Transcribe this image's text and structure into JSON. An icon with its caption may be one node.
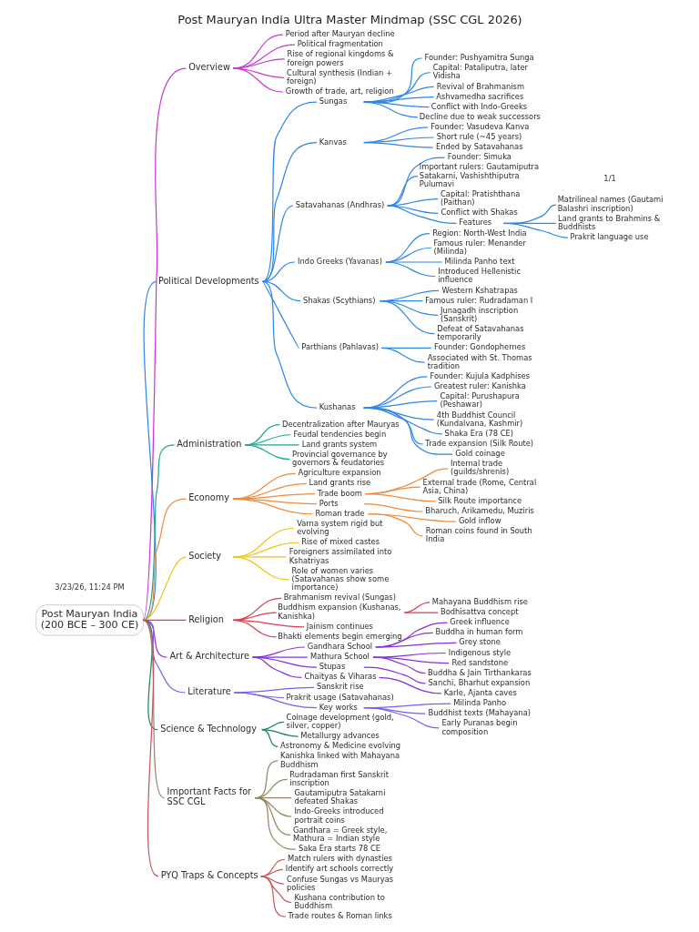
{
  "diagram": {
    "title": "Post Mauryan India Ultra Master Mindmap (SSC CGL 2026)",
    "nodes": [
      {
        "text": [
          "Post Mauryan India (200 BCE – 300 CE)"
        ]
      },
      {
        "text": [
          "Overview"
        ]
      },
      {
        "text": [
          "Period after Mauryan decline"
        ]
      },
      {
        "text": [
          "Political fragmentation"
        ]
      },
      {
        "text": [
          "Rise of regional kingdoms & foreign powers"
        ]
      },
      {
        "text": [
          "Cultural synthesis (Indian + foreign)"
        ]
      },
      {
        "text": [
          "Growth of trade, art, religion"
        ]
      },
      {
        "text": [
          "Political Developments"
        ]
      },
      {
        "text": [
          "Sungas"
        ]
      },
      {
        "text": [
          "Founder: Pushyamitra Sunga"
        ]
      },
      {
        "text": [
          "Capital: Pataliputra, later Vidisha"
        ]
      },
      {
        "text": [
          "Revival of Brahmanism"
        ]
      },
      {
        "text": [
          "Ashvamedha sacrifices"
        ]
      },
      {
        "text": [
          "Conflict with Indo-Greeks"
        ]
      },
      {
        "text": [
          "Decline due to weak successors"
        ]
      },
      {
        "text": [
          "Kanvas"
        ]
      },
      {
        "text": [
          "Founder: Vasudeva Kanva"
        ]
      },
      {
        "text": [
          "Short rule (~45 years)"
        ]
      },
      {
        "text": [
          "Ended by Satavahanas"
        ]
      },
      {
        "text": [
          "Satavahanas (Andhras)"
        ]
      },
      {
        "text": [
          "Founder: Simuka"
        ]
      },
      {
        "text": [
          "Important rulers: Gautamiputra Satakarni, Vashishthiputra Pulumavi"
        ]
      },
      {
        "text": [
          "Capital: Pratishthana (Paithan)"
        ]
      },
      {
        "text": [
          "Conflict with Shakas"
        ]
      },
      {
        "text": [
          "Features"
        ]
      },
      {
        "text": [
          "Matrilineal names (Gautami Balashri inscription)"
        ]
      },
      {
        "text": [
          "Land grants to Brahmins & Buddhists"
        ]
      },
      {
        "text": [
          "Prakrit language use"
        ]
      },
      {
        "text": [
          "Indo Greeks (Yavanas)"
        ]
      },
      {
        "text": [
          "Region: North-West India"
        ]
      },
      {
        "text": [
          "Famous ruler: Menander (Milinda)"
        ]
      },
      {
        "text": [
          "Milinda Panho text"
        ]
      },
      {
        "text": [
          "Introduced Hellenistic influence"
        ]
      },
      {
        "text": [
          "Shakas (Scythians)"
        ]
      },
      {
        "text": [
          "Western Kshatrapas"
        ]
      },
      {
        "text": [
          "Famous ruler: Rudradaman I"
        ]
      },
      {
        "text": [
          "Junagadh inscription (Sanskrit)"
        ]
      },
      {
        "text": [
          "Defeat of Satavahanas temporarily"
        ]
      },
      {
        "text": [
          "Parthians (Pahlavas)"
        ]
      },
      {
        "text": [
          "Founder: Gondophernes"
        ]
      },
      {
        "text": [
          "Associated with St. Thomas tradition"
        ]
      },
      {
        "text": [
          "Kushanas"
        ]
      },
      {
        "text": [
          "Founder: Kujula Kadphises"
        ]
      },
      {
        "text": [
          "Greatest ruler: Kanishka"
        ]
      },
      {
        "text": [
          "Capital: Purushapura (Peshawar)"
        ]
      },
      {
        "text": [
          "4th Buddhist Council (Kundalvana, Kashmir)"
        ]
      },
      {
        "text": [
          "Shaka Era (78 CE)"
        ]
      },
      {
        "text": [
          "Trade expansion (Silk Route)"
        ]
      },
      {
        "text": [
          "Gold coinage"
        ]
      },
      {
        "text": [
          "Administration"
        ]
      },
      {
        "text": [
          "Decentralization after Mauryas"
        ]
      },
      {
        "text": [
          "Feudal tendencies begin"
        ]
      },
      {
        "text": [
          "Land grants system"
        ]
      },
      {
        "text": [
          "Provincial governance by governors & feudatories"
        ]
      },
      {
        "text": [
          "Economy"
        ]
      },
      {
        "text": [
          "Agriculture expansion"
        ]
      },
      {
        "text": [
          "Land grants rise"
        ]
      },
      {
        "text": [
          "Trade boom"
        ]
      },
      {
        "text": [
          "Internal trade (guilds/shrenis)"
        ]
      },
      {
        "text": [
          "External trade (Rome, Central Asia, China)"
        ]
      },
      {
        "text": [
          "Silk Route importance"
        ]
      },
      {
        "text": [
          "Ports"
        ]
      },
      {
        "text": [
          "Bharuch, Arikamedu, Muziris"
        ]
      },
      {
        "text": [
          "Roman trade"
        ]
      },
      {
        "text": [
          "Gold inflow"
        ]
      },
      {
        "text": [
          "Roman coins found in South India"
        ]
      },
      {
        "text": [
          "Society"
        ]
      },
      {
        "text": [
          "Varna system rigid but evolving"
        ]
      },
      {
        "text": [
          "Rise of mixed castes"
        ]
      },
      {
        "text": [
          "Foreigners assimilated into Kshatriyas"
        ]
      },
      {
        "text": [
          "Role of women varies (Satavahanas show some importance)"
        ]
      },
      {
        "text": [
          "Religion"
        ]
      },
      {
        "text": [
          "Brahmanism revival (Sungas)"
        ]
      },
      {
        "text": [
          "Buddhism expansion (Kushanas, Kanishka)"
        ]
      },
      {
        "text": [
          "Mahayana Buddhism rise"
        ]
      },
      {
        "text": [
          "Bodhisattva concept"
        ]
      },
      {
        "text": [
          "Jainism continues"
        ]
      },
      {
        "text": [
          "Bhakti elements begin emerging"
        ]
      },
      {
        "text": [
          "Art & Architecture"
        ]
      },
      {
        "text": [
          "Gandhara School"
        ]
      },
      {
        "text": [
          "Greek influence"
        ]
      },
      {
        "text": [
          "Buddha in human form"
        ]
      },
      {
        "text": [
          "Grey stone"
        ]
      },
      {
        "text": [
          "Mathura School"
        ]
      },
      {
        "text": [
          "Indigenous style"
        ]
      },
      {
        "text": [
          "Red sandstone"
        ]
      },
      {
        "text": [
          "Buddha & Jain Tirthankaras"
        ]
      },
      {
        "text": [
          "Stupas"
        ]
      },
      {
        "text": [
          "Sanchi, Bharhut expansion"
        ]
      },
      {
        "text": [
          "Chaityas & Viharas"
        ]
      },
      {
        "text": [
          "Karle, Ajanta caves"
        ]
      },
      {
        "text": [
          "Literature"
        ]
      },
      {
        "text": [
          "Sanskrit rise"
        ]
      },
      {
        "text": [
          "Prakrit usage (Satavahanas)"
        ]
      },
      {
        "text": [
          "Key works"
        ]
      },
      {
        "text": [
          "Milinda Panho"
        ]
      },
      {
        "text": [
          "Buddhist texts (Mahayana)"
        ]
      },
      {
        "text": [
          "Early Puranas begin composition"
        ]
      },
      {
        "text": [
          "Science & Technology"
        ]
      },
      {
        "text": [
          "Coinage development (gold, silver, copper)"
        ]
      },
      {
        "text": [
          "Metallurgy advances"
        ]
      },
      {
        "text": [
          "Astronomy & Medicine evolving"
        ]
      },
      {
        "text": [
          "Important Facts for SSC CGL"
        ]
      },
      {
        "text": [
          "Kanishka linked with Mahayana Buddhism"
        ]
      },
      {
        "text": [
          "Rudradaman first Sanskrit inscription"
        ]
      },
      {
        "text": [
          "Gautamiputra Satakarni defeated Shakas"
        ]
      },
      {
        "text": [
          "Indo-Greeks introduced portrait coins"
        ]
      },
      {
        "text": [
          "Gandhara = Greek style, Mathura = Indian style"
        ]
      },
      {
        "text": [
          "Saka Era starts 78 CE"
        ]
      },
      {
        "text": [
          "PYQ Traps & Concepts"
        ]
      },
      {
        "text": [
          "Match rulers with dynasties"
        ]
      },
      {
        "text": [
          "Identify art schools correctly"
        ]
      },
      {
        "text": [
          "Confuse Sungas vs Mauryas policies"
        ]
      },
      {
        "text": [
          "Kushana contribution to Buddhism"
        ]
      },
      {
        "text": [
          "Trade routes & Roman links"
        ]
      }
    ],
    "edges": [
      {
        "from": 0,
        "to": 1,
        "arrow": "none",
        "color": "#c837d4"
      },
      {
        "from": 1,
        "to": 2,
        "arrow": "none",
        "color": "#c837d4"
      },
      {
        "from": 1,
        "to": 3,
        "arrow": "none",
        "color": "#c837d4"
      },
      {
        "from": 1,
        "to": 4,
        "arrow": "none",
        "color": "#c837d4"
      },
      {
        "from": 1,
        "to": 5,
        "arrow": "none",
        "color": "#c837d4"
      },
      {
        "from": 1,
        "to": 6,
        "arrow": "none",
        "color": "#c837d4"
      },
      {
        "from": 0,
        "to": 7,
        "arrow": "none"
      },
      {
        "from": 7,
        "to": 8,
        "arrow": "none"
      },
      {
        "from": 8,
        "to": 9,
        "arrow": "none"
      },
      {
        "from": 8,
        "to": 10,
        "arrow": "none"
      },
      {
        "from": 8,
        "to": 11,
        "arrow": "none"
      },
      {
        "from": 8,
        "to": 12,
        "arrow": "none"
      },
      {
        "from": 8,
        "to": 13,
        "arrow": "none"
      },
      {
        "from": 8,
        "to": 14,
        "arrow": "none"
      },
      {
        "from": 7,
        "to": 15,
        "arrow": "none"
      },
      {
        "from": 15,
        "to": 16,
        "arrow": "none"
      },
      {
        "from": 15,
        "to": 17,
        "arrow": "none"
      },
      {
        "from": 15,
        "to": 18,
        "arrow": "none"
      },
      {
        "from": 7,
        "to": 19,
        "arrow": "none"
      },
      {
        "from": 19,
        "to": 20,
        "arrow": "none"
      },
      {
        "from": 19,
        "to": 21,
        "arrow": "none"
      },
      {
        "from": 19,
        "to": 22,
        "arrow": "none"
      },
      {
        "from": 19,
        "to": 23,
        "arrow": "none"
      },
      {
        "from": 19,
        "to": 24,
        "arrow": "none"
      },
      {
        "from": 24,
        "to": 25,
        "arrow": "none"
      },
      {
        "from": 24,
        "to": 26,
        "arrow": "none"
      },
      {
        "from": 24,
        "to": 27,
        "arrow": "none"
      },
      {
        "from": 7,
        "to": 28,
        "arrow": "none"
      },
      {
        "from": 28,
        "to": 29,
        "arrow": "none"
      },
      {
        "from": 28,
        "to": 30,
        "arrow": "none"
      },
      {
        "from": 28,
        "to": 31,
        "arrow": "none"
      },
      {
        "from": 28,
        "to": 32,
        "arrow": "none"
      },
      {
        "from": 7,
        "to": 33,
        "arrow": "none"
      },
      {
        "from": 33,
        "to": 34,
        "arrow": "none"
      },
      {
        "from": 33,
        "to": 35,
        "arrow": "none"
      },
      {
        "from": 33,
        "to": 36,
        "arrow": "none"
      },
      {
        "from": 33,
        "to": 37,
        "arrow": "none"
      },
      {
        "from": 7,
        "to": 38,
        "arrow": "none"
      },
      {
        "from": 38,
        "to": 39,
        "arrow": "none"
      },
      {
        "from": 38,
        "to": 40,
        "arrow": "none"
      },
      {
        "from": 7,
        "to": 41,
        "arrow": "none"
      },
      {
        "from": 41,
        "to": 42,
        "arrow": "none"
      },
      {
        "from": 41,
        "to": 43,
        "arrow": "none"
      },
      {
        "from": 41,
        "to": 44,
        "arrow": "none"
      },
      {
        "from": 41,
        "to": 45,
        "arrow": "none"
      },
      {
        "from": 41,
        "to": 46,
        "arrow": "none"
      },
      {
        "from": 41,
        "to": 47,
        "arrow": "none"
      },
      {
        "from": 41,
        "to": 48,
        "arrow": "none"
      },
      {
        "from": 0,
        "to": 49,
        "arrow": "none",
        "color": "#1fa58a"
      },
      {
        "from": 49,
        "to": 50,
        "arrow": "none",
        "color": "#1fa58a"
      },
      {
        "from": 49,
        "to": 51,
        "arrow": "none",
        "color": "#1fa58a"
      },
      {
        "from": 49,
        "to": 52,
        "arrow": "none",
        "color": "#1fa58a"
      },
      {
        "from": 49,
        "to": 53,
        "arrow": "none",
        "color": "#1fa58a"
      },
      {
        "from": 0,
        "to": 54,
        "arrow": "none",
        "color": "#f08a3c"
      },
      {
        "from": 54,
        "to": 55,
        "arrow": "none",
        "color": "#f08a3c"
      },
      {
        "from": 54,
        "to": 56,
        "arrow": "none",
        "color": "#f08a3c"
      },
      {
        "from": 54,
        "to": 57,
        "arrow": "none",
        "color": "#f08a3c"
      },
      {
        "from": 57,
        "to": 58,
        "arrow": "none",
        "color": "#f08a3c"
      },
      {
        "from": 57,
        "to": 59,
        "arrow": "none",
        "color": "#f08a3c"
      },
      {
        "from": 57,
        "to": 60,
        "arrow": "none",
        "color": "#f08a3c"
      },
      {
        "from": 54,
        "to": 61,
        "arrow": "none",
        "color": "#f08a3c"
      },
      {
        "from": 61,
        "to": 62,
        "arrow": "none",
        "color": "#f08a3c"
      },
      {
        "from": 54,
        "to": 63,
        "arrow": "none",
        "color": "#f08a3c"
      },
      {
        "from": 63,
        "to": 64,
        "arrow": "none",
        "color": "#f08a3c"
      },
      {
        "from": 63,
        "to": 65,
        "arrow": "none",
        "color": "#f08a3c"
      },
      {
        "from": 0,
        "to": 66,
        "arrow": "none",
        "color": "#f2c21b"
      },
      {
        "from": 66,
        "to": 67,
        "arrow": "none",
        "color": "#f2c21b"
      },
      {
        "from": 66,
        "to": 68,
        "arrow": "none",
        "color": "#f2c21b"
      },
      {
        "from": 66,
        "to": 69,
        "arrow": "none",
        "color": "#f2c21b"
      },
      {
        "from": 66,
        "to": 70,
        "arrow": "none",
        "color": "#f2c21b"
      },
      {
        "from": 0,
        "to": 71,
        "arrow": "none",
        "color": "#dc3b52"
      },
      {
        "from": 71,
        "to": 72,
        "arrow": "none",
        "color": "#dc3b52"
      },
      {
        "from": 71,
        "to": 73,
        "arrow": "none",
        "color": "#dc3b52"
      },
      {
        "from": 73,
        "to": 74,
        "arrow": "none",
        "color": "#dc3b52"
      },
      {
        "from": 73,
        "to": 75,
        "arrow": "none",
        "color": "#dc3b52"
      },
      {
        "from": 71,
        "to": 76,
        "arrow": "none",
        "color": "#dc3b52"
      },
      {
        "from": 71,
        "to": 77,
        "arrow": "none",
        "color": "#dc3b52"
      },
      {
        "from": 0,
        "to": 78,
        "arrow": "none",
        "color": "#8a2fdc"
      },
      {
        "from": 78,
        "to": 79,
        "arrow": "none",
        "color": "#8a2fdc"
      },
      {
        "from": 79,
        "to": 80,
        "arrow": "none",
        "color": "#8a2fdc"
      },
      {
        "from": 79,
        "to": 81,
        "arrow": "none",
        "color": "#8a2fdc"
      },
      {
        "from": 79,
        "to": 82,
        "arrow": "none",
        "color": "#8a2fdc"
      },
      {
        "from": 78,
        "to": 83,
        "arrow": "none",
        "color": "#8a2fdc"
      },
      {
        "from": 83,
        "to": 84,
        "arrow": "none",
        "color": "#8a2fdc"
      },
      {
        "from": 83,
        "to": 85,
        "arrow": "none",
        "color": "#8a2fdc"
      },
      {
        "from": 83,
        "to": 86,
        "arrow": "none",
        "color": "#8a2fdc"
      },
      {
        "from": 78,
        "to": 87,
        "arrow": "none",
        "color": "#8a2fdc"
      },
      {
        "from": 87,
        "to": 88,
        "arrow": "none",
        "color": "#8a2fdc"
      },
      {
        "from": 78,
        "to": 89,
        "arrow": "none",
        "color": "#8a2fdc"
      },
      {
        "from": 89,
        "to": 90,
        "arrow": "none",
        "color": "#8a2fdc"
      },
      {
        "from": 0,
        "to": 91,
        "arrow": "none",
        "color": "#7560ee"
      },
      {
        "from": 91,
        "to": 92,
        "arrow": "none",
        "color": "#7560ee"
      },
      {
        "from": 91,
        "to": 93,
        "arrow": "none",
        "color": "#7560ee"
      },
      {
        "from": 91,
        "to": 94,
        "arrow": "none",
        "color": "#7560ee"
      },
      {
        "from": 94,
        "to": 95,
        "arrow": "none",
        "color": "#7560ee"
      },
      {
        "from": 94,
        "to": 96,
        "arrow": "none",
        "color": "#7560ee"
      },
      {
        "from": 94,
        "to": 97,
        "arrow": "none",
        "color": "#7560ee"
      },
      {
        "from": 0,
        "to": 98,
        "arrow": "none",
        "color": "#1a8262"
      },
      {
        "from": 98,
        "to": 99,
        "arrow": "none",
        "color": "#1a8262"
      },
      {
        "from": 98,
        "to": 100,
        "arrow": "none",
        "color": "#1a8262"
      },
      {
        "from": 98,
        "to": 101,
        "arrow": "none",
        "color": "#1a8262"
      },
      {
        "from": 0,
        "to": 102,
        "arrow": "none",
        "color": "#968662"
      },
      {
        "from": 102,
        "to": 103,
        "arrow": "none",
        "color": "#968662"
      },
      {
        "from": 102,
        "to": 104,
        "arrow": "none",
        "color": "#968662"
      },
      {
        "from": 102,
        "to": 105,
        "arrow": "none",
        "color": "#968662"
      },
      {
        "from": 102,
        "to": 106,
        "arrow": "none",
        "color": "#968662"
      },
      {
        "from": 102,
        "to": 107,
        "arrow": "none",
        "color": "#968662"
      },
      {
        "from": 102,
        "to": 108,
        "arrow": "none",
        "color": "#968662"
      },
      {
        "from": 0,
        "to": 109,
        "arrow": "none",
        "color": "#c4555a"
      },
      {
        "from": 109,
        "to": 110,
        "arrow": "none",
        "color": "#c4555a"
      },
      {
        "from": 109,
        "to": 111,
        "arrow": "none",
        "color": "#c4555a"
      },
      {
        "from": 109,
        "to": 112,
        "arrow": "none",
        "color": "#c4555a"
      },
      {
        "from": 109,
        "to": 113,
        "arrow": "none",
        "color": "#c4555a"
      },
      {
        "from": 109,
        "to": 114,
        "arrow": "none",
        "color": "#c4555a"
      }
    ],
    "labels": [
      "3/23/26, 11:24 PM",
      "1/1"
    ]
  }
}
